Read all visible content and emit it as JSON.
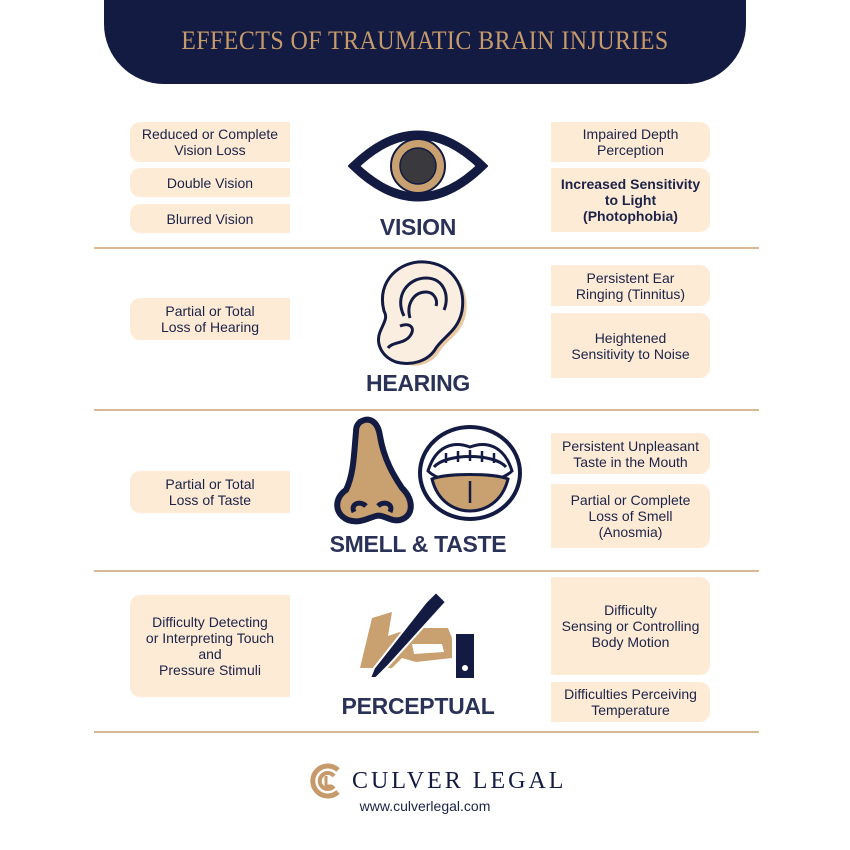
{
  "header": {
    "title": "EFFECTS OF TRAUMATIC BRAIN INJURIES"
  },
  "colors": {
    "navy": "#131b42",
    "gold": "#c69a6a",
    "box_bg": "#fdebd6",
    "divider": "#d8b994",
    "label": "#2b3257"
  },
  "sections": {
    "vision": {
      "label": "VISION",
      "icon": "eye-icon",
      "left": [
        "Reduced or Complete\nVision Loss",
        "Double Vision",
        "Blurred Vision"
      ],
      "right": [
        "Impaired Depth\nPerception",
        "Increased Sensitivity\nto Light\n(Photophobia)"
      ]
    },
    "hearing": {
      "label": "HEARING",
      "icon": "ear-icon",
      "left": [
        "Partial or Total\nLoss of Hearing"
      ],
      "right": [
        "Persistent Ear\nRinging (Tinnitus)",
        "Heightened\nSensitivity to Noise"
      ]
    },
    "smell_taste": {
      "label": "SMELL & TASTE",
      "icon": "nose-mouth-icon",
      "left": [
        "Partial or Total\nLoss of Taste"
      ],
      "right": [
        "Persistent Unpleasant\nTaste in the Mouth",
        "Partial or Complete\nLoss of Smell\n(Anosmia)"
      ]
    },
    "perceptual": {
      "label": "PERCEPTUAL",
      "icon": "hand-pen-icon",
      "left": [
        "Difficulty Detecting\nor Interpreting Touch\nand\nPressure Stimuli"
      ],
      "right": [
        "Difficulty\nSensing or Controlling\nBody Motion",
        "Difficulties Perceiving\nTemperature"
      ]
    }
  },
  "footer": {
    "brand": "CULVER LEGAL",
    "url": "www.culverlegal.com"
  }
}
